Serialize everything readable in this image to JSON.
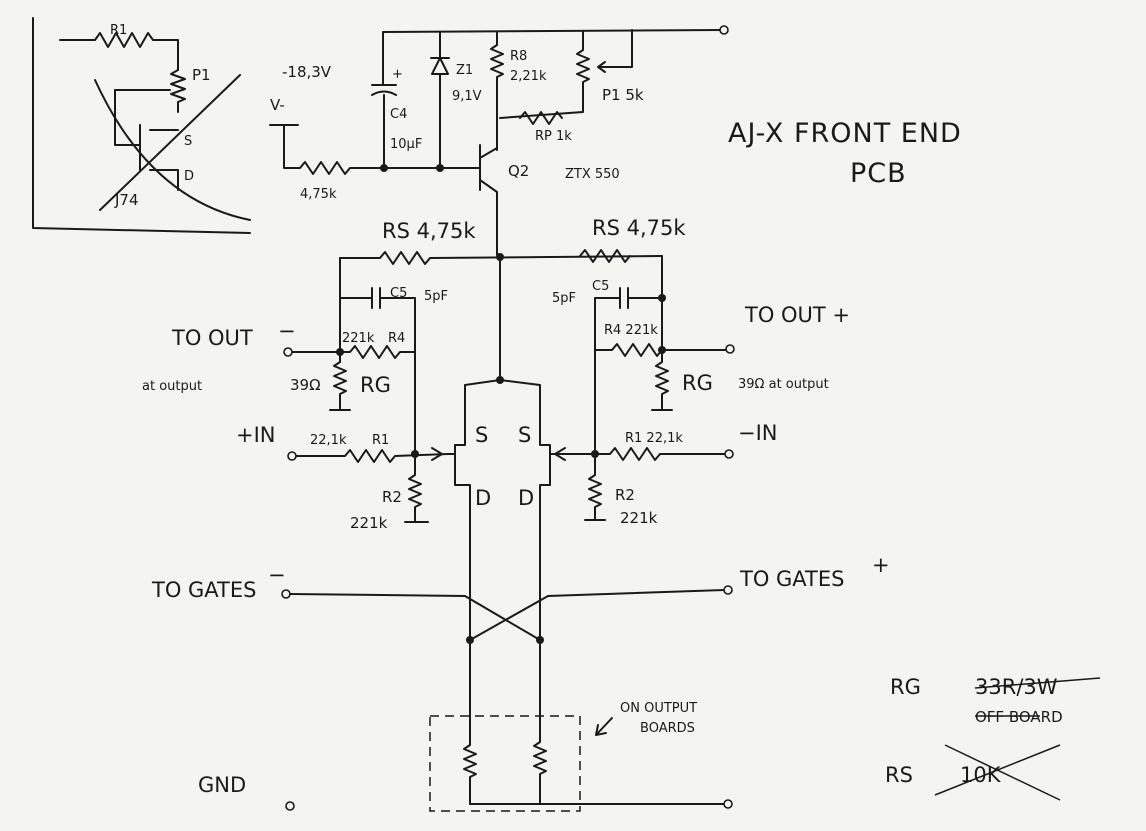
{
  "title": {
    "line1": "AJ-X FRONT END",
    "line2": "PCB"
  },
  "inset": {
    "r1": "R1",
    "p1": "P1",
    "s": "S",
    "d": "D",
    "jfet": "J74"
  },
  "supply": {
    "voltage": "-18,3V",
    "rail": "V-",
    "r_label": "4,75k"
  },
  "c4": {
    "name": "C4",
    "value": "10µF",
    "plus": "+"
  },
  "z1": {
    "name": "Z1",
    "value": "9,1V"
  },
  "r8": {
    "name": "R8",
    "value": "2,21k"
  },
  "p1": {
    "label": "P1  5k"
  },
  "rp": {
    "label": "RP 1k"
  },
  "q2": {
    "name": "Q2",
    "part": "ZTX 550"
  },
  "rs_left": "RS 4,75k",
  "rs_right": "RS 4,75k",
  "c5_left": {
    "name": "C5",
    "value": "5pF"
  },
  "c5_right": {
    "name": "C5",
    "value": "5pF"
  },
  "out_minus": {
    "label": "TO OUT",
    "sign": "−",
    "note": "at output"
  },
  "out_plus": {
    "label": "TO OUT +",
    "note": "39Ω at output"
  },
  "r4_left": {
    "value": "221k",
    "name": "R4"
  },
  "r4_right": {
    "label": "R4 221k"
  },
  "rg_left": {
    "name": "RG",
    "value": "39Ω"
  },
  "rg_right": {
    "name": "RG"
  },
  "in_plus": "+IN",
  "in_minus": "−IN",
  "r1_left": {
    "value": "22,1k",
    "name": "R1"
  },
  "r1_right": {
    "label": "R1  22,1k"
  },
  "r2_left": {
    "name": "R2",
    "value": "221k"
  },
  "r2_right": {
    "name": "R2",
    "value": "221k"
  },
  "jfet_pins": {
    "s": "S",
    "d": "D"
  },
  "gates_minus": {
    "label": "TO GATES",
    "sign": "−"
  },
  "gates_plus": {
    "label": "TO GATES",
    "sign": "+"
  },
  "output_boards": {
    "line1": "ON OUTPUT",
    "line2": "BOARDS"
  },
  "gnd": "GND",
  "notes": {
    "rg": "RG",
    "rg_value": "33R/3W",
    "off_board": "OFF BOARD",
    "rs": "RS",
    "rs_value": "10K"
  }
}
